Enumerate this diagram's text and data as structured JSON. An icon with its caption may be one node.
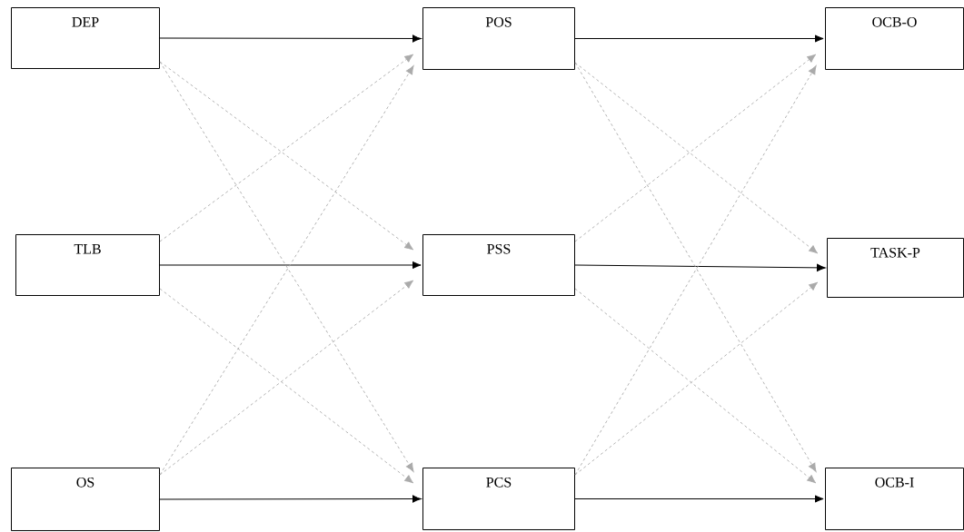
{
  "diagram": {
    "nodes": [
      {
        "text": [
          "DEP"
        ]
      },
      {
        "text": [
          "TLB"
        ]
      },
      {
        "text": [
          "OS"
        ]
      },
      {
        "text": [
          "POS"
        ]
      },
      {
        "text": [
          "PSS"
        ]
      },
      {
        "text": [
          "PCS"
        ]
      },
      {
        "text": [
          "OCB-O"
        ]
      },
      {
        "text": [
          "TASK-P"
        ]
      },
      {
        "text": [
          "OCB-I"
        ]
      }
    ],
    "edges": [
      {
        "from": 0,
        "to": 3,
        "arrow": "to",
        "color": "#000000"
      },
      {
        "from": 1,
        "to": 4,
        "arrow": "to",
        "color": "#000000"
      },
      {
        "from": 2,
        "to": 5,
        "arrow": "to",
        "color": "#000000"
      },
      {
        "from": 3,
        "to": 6,
        "arrow": "to",
        "color": "#000000"
      },
      {
        "from": 4,
        "to": 7,
        "arrow": "to",
        "color": "#000000"
      },
      {
        "from": 5,
        "to": 8,
        "arrow": "to",
        "color": "#000000"
      },
      {
        "from": 0,
        "to": 4,
        "arrow": "to",
        "style": "dashed",
        "color": "#aaaaaa"
      },
      {
        "from": 0,
        "to": 5,
        "arrow": "to",
        "style": "dashed",
        "color": "#aaaaaa"
      },
      {
        "from": 1,
        "to": 3,
        "arrow": "to",
        "style": "dashed",
        "color": "#aaaaaa"
      },
      {
        "from": 1,
        "to": 5,
        "arrow": "to",
        "style": "dashed",
        "color": "#aaaaaa"
      },
      {
        "from": 2,
        "to": 3,
        "arrow": "to",
        "style": "dashed",
        "color": "#aaaaaa"
      },
      {
        "from": 2,
        "to": 4,
        "arrow": "to",
        "style": "dashed",
        "color": "#aaaaaa"
      },
      {
        "from": 3,
        "to": 7,
        "arrow": "to",
        "style": "dashed",
        "color": "#aaaaaa"
      },
      {
        "from": 3,
        "to": 8,
        "arrow": "to",
        "style": "dashed",
        "color": "#aaaaaa"
      },
      {
        "from": 4,
        "to": 6,
        "arrow": "to",
        "style": "dashed",
        "color": "#aaaaaa"
      },
      {
        "from": 4,
        "to": 8,
        "arrow": "to",
        "style": "dashed",
        "color": "#aaaaaa"
      },
      {
        "from": 5,
        "to": 6,
        "arrow": "to",
        "style": "dashed",
        "color": "#aaaaaa"
      },
      {
        "from": 5,
        "to": 7,
        "arrow": "to",
        "style": "dashed",
        "color": "#aaaaaa"
      }
    ]
  }
}
